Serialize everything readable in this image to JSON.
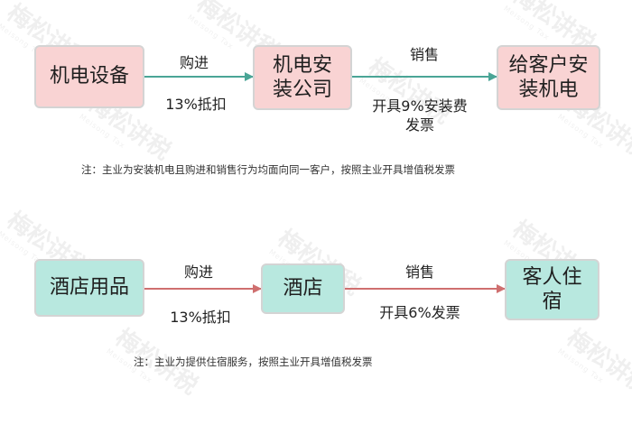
{
  "diagram1": {
    "boxes": [
      {
        "lines": [
          "机电设备"
        ]
      },
      {
        "lines": [
          "机电安",
          "装公司"
        ]
      },
      {
        "lines": [
          "给客户安",
          "装机电"
        ]
      }
    ],
    "edge1": {
      "top": "购进",
      "bottom": "13%抵扣"
    },
    "edge2": {
      "top": "销售",
      "bottom": "开具9%安装费发票"
    },
    "note": "注：主业为安装机电且购进和销售行为均面向同一客户，按照主业开具增值税发票"
  },
  "diagram2": {
    "boxes": [
      {
        "lines": [
          "酒店用品"
        ]
      },
      {
        "lines": [
          "酒店"
        ]
      },
      {
        "lines": [
          "客人住",
          "宿"
        ]
      }
    ],
    "edge1": {
      "top": "购进",
      "bottom": "13%抵扣"
    },
    "edge2": {
      "top": "销售",
      "bottom": "开具6%发票"
    },
    "note": "注：主业为提供住宿服务，按照主业开具增值税发票"
  },
  "watermark": {
    "text": "梅松讲税",
    "sub": "Meisong Tax"
  },
  "colors": {
    "pink_box": "#f9d3d3",
    "mint_box": "#b8e8df",
    "teal_arrow": "#4aa596",
    "red_arrow": "#cf6f6f"
  }
}
